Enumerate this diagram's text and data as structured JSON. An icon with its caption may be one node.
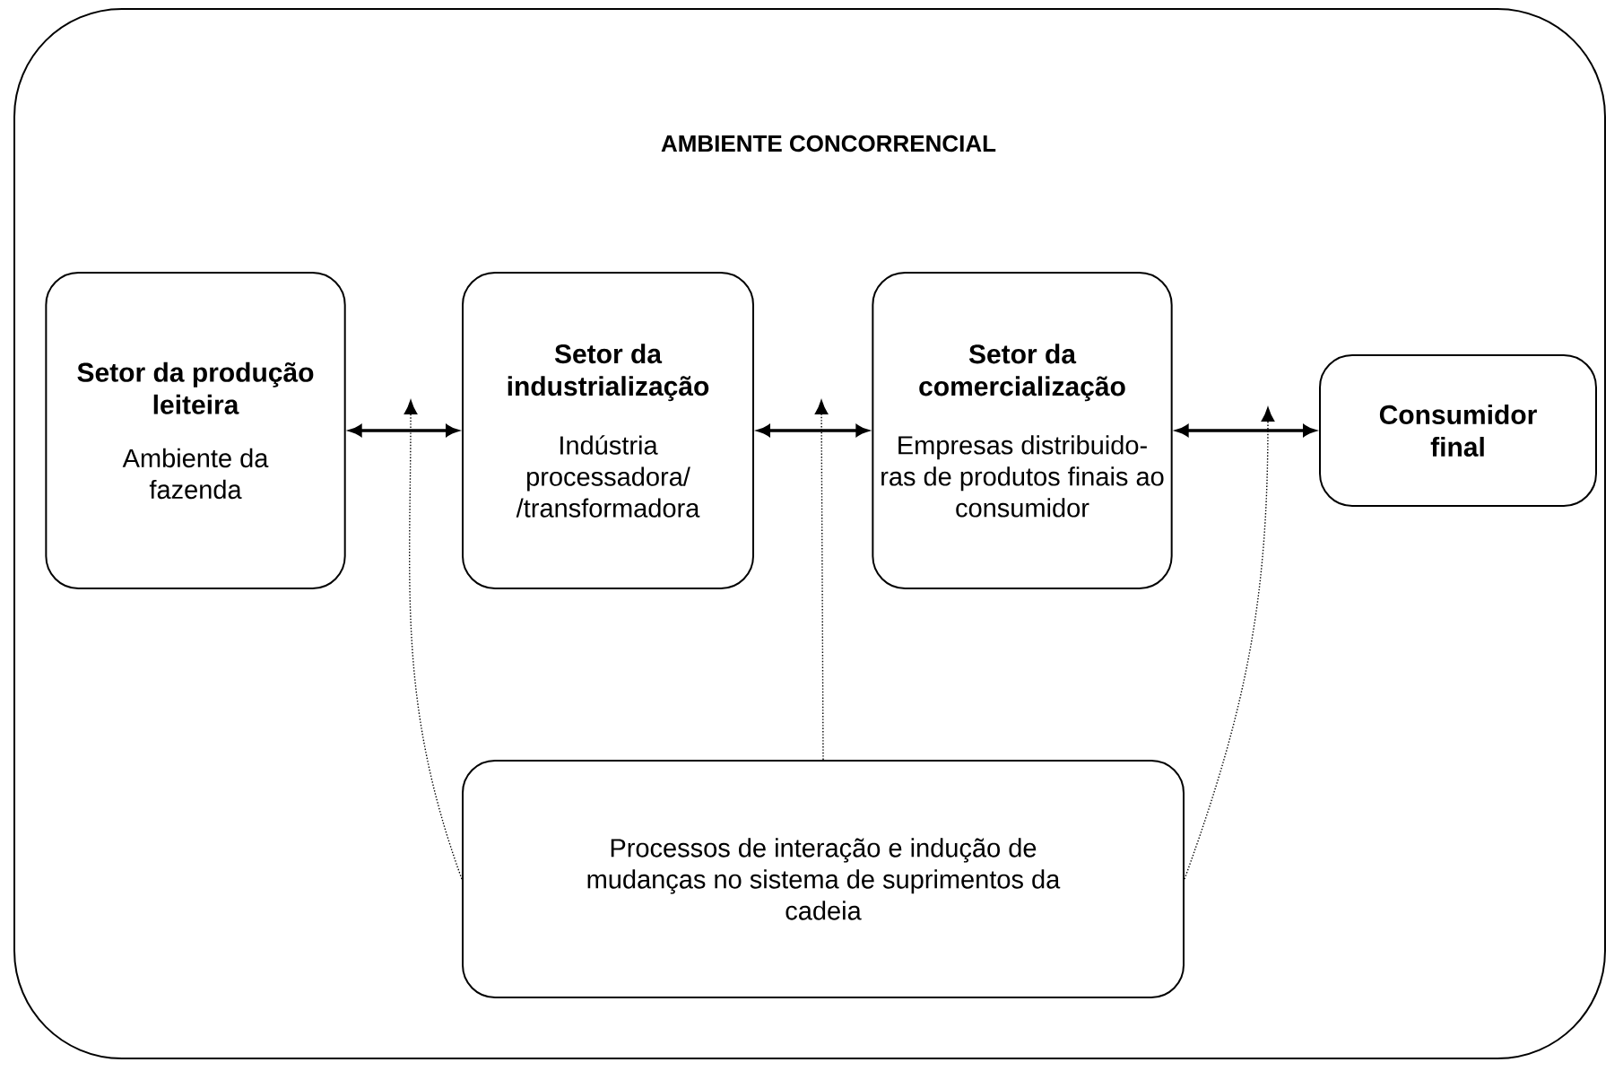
{
  "diagram": {
    "nodes": [
      {
        "text": [
          "AMBIENTE CONCORRENCIAL"
        ]
      },
      {
        "text": [
          "Setor da produção leiteira",
          "Ambiente da fazenda"
        ],
        "in": 0
      },
      {
        "text": [
          "Setor da industrialização",
          "Indústria processadora/ /transformadora"
        ],
        "in": 0
      },
      {
        "text": [
          "Setor da comercialização",
          "Empresas distribuido- ras de produtos finais ao consumidor"
        ],
        "in": 0
      },
      {
        "text": [
          "Consumidor final"
        ],
        "in": 0
      },
      {
        "text": [
          "Processos de interação e indução de mudanças no sistema de suprimentos da cadeia"
        ],
        "in": 0
      }
    ],
    "edges": [
      {
        "from": 1,
        "to": 2,
        "arrow": "both"
      },
      {
        "from": 2,
        "to": 3,
        "arrow": "both"
      },
      {
        "from": 3,
        "to": 4,
        "arrow": "both"
      },
      {
        "from": 5,
        "to": null,
        "arrow": "to",
        "style": "dashed"
      },
      {
        "from": 5,
        "to": null,
        "arrow": "to",
        "style": "dashed"
      },
      {
        "from": 5,
        "to": null,
        "arrow": "to",
        "style": "dashed"
      }
    ]
  }
}
